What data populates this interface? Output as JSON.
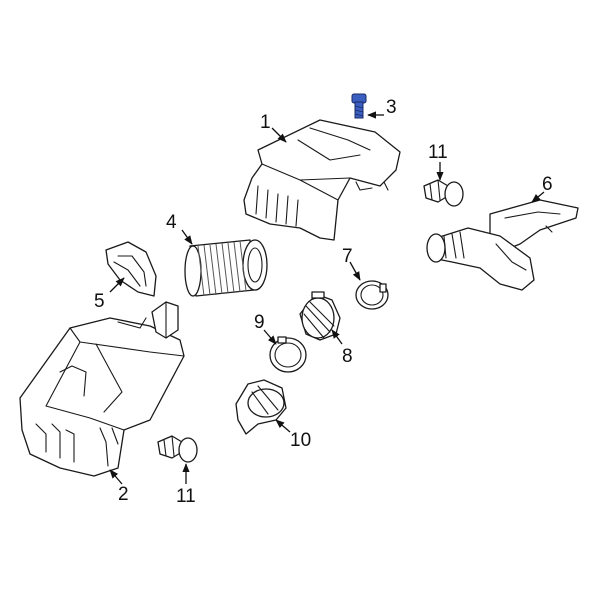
{
  "diagram": {
    "highlight_color": "#3b5fc0",
    "highlighted_part": "3",
    "callouts": [
      {
        "id": "c1",
        "label": "1"
      },
      {
        "id": "c2",
        "label": "2"
      },
      {
        "id": "c3",
        "label": "3"
      },
      {
        "id": "c4",
        "label": "4"
      },
      {
        "id": "c5",
        "label": "5"
      },
      {
        "id": "c6",
        "label": "6"
      },
      {
        "id": "c7",
        "label": "7"
      },
      {
        "id": "c8",
        "label": "8"
      },
      {
        "id": "c9",
        "label": "9"
      },
      {
        "id": "c10",
        "label": "10"
      },
      {
        "id": "c11a",
        "label": "11"
      },
      {
        "id": "c11b",
        "label": "11"
      }
    ]
  }
}
